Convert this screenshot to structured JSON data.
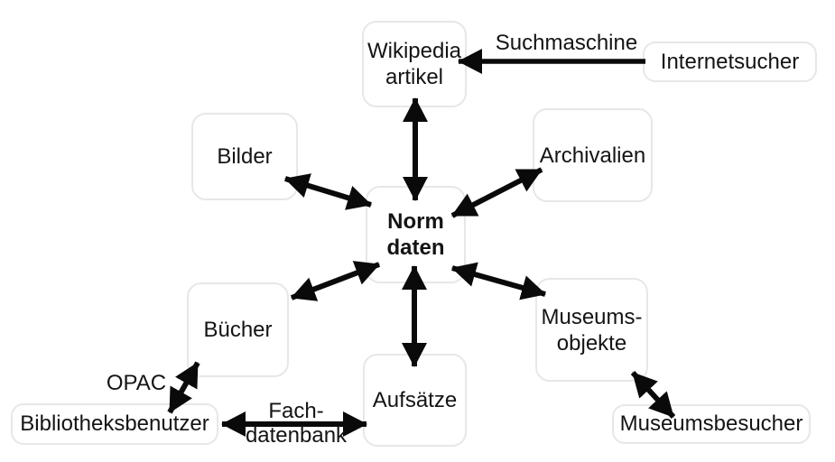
{
  "diagram_title": "Normdaten linking diagram",
  "nodes": [
    {
      "id": "normdaten",
      "lines": [
        "Norm",
        "daten"
      ],
      "emphasis": "bold"
    },
    {
      "id": "wikipedia-artikel",
      "lines": [
        "Wikipedia",
        "artikel"
      ]
    },
    {
      "id": "bilder",
      "lines": [
        "Bilder"
      ]
    },
    {
      "id": "archivalien",
      "lines": [
        "Archivalien"
      ]
    },
    {
      "id": "buecher",
      "lines": [
        "Bücher"
      ]
    },
    {
      "id": "aufsaetze",
      "lines": [
        "Aufsätze"
      ]
    },
    {
      "id": "museumsobjekte",
      "lines": [
        "Museums-",
        "objekte"
      ]
    },
    {
      "id": "internetsucher",
      "lines": [
        "Internetsucher"
      ]
    },
    {
      "id": "bibliotheksbenutzer",
      "lines": [
        "Bibliotheksbenutzer"
      ]
    },
    {
      "id": "museumsbesucher",
      "lines": [
        "Museumsbesucher"
      ]
    }
  ],
  "edge_labels": [
    {
      "id": "suchmaschine",
      "lines": [
        "Suchmaschine"
      ]
    },
    {
      "id": "opac",
      "lines": [
        "OPAC"
      ]
    },
    {
      "id": "fachdatenbank",
      "lines": [
        "Fach-",
        "datenbank"
      ]
    }
  ],
  "edges": [
    {
      "from": "wikipedia-artikel",
      "to": "normdaten",
      "type": "double"
    },
    {
      "from": "bilder",
      "to": "normdaten",
      "type": "double"
    },
    {
      "from": "archivalien",
      "to": "normdaten",
      "type": "double"
    },
    {
      "from": "buecher",
      "to": "normdaten",
      "type": "double"
    },
    {
      "from": "aufsaetze",
      "to": "normdaten",
      "type": "double"
    },
    {
      "from": "museumsobjekte",
      "to": "normdaten",
      "type": "double"
    },
    {
      "from": "buecher",
      "to": "bibliotheksbenutzer",
      "label": "OPAC",
      "type": "double"
    },
    {
      "from": "aufsaetze",
      "to": "bibliotheksbenutzer",
      "label": "Fach-datenbank",
      "type": "double"
    },
    {
      "from": "museumsobjekte",
      "to": "museumsbesucher",
      "type": "double"
    },
    {
      "from": "internetsucher",
      "to": "wikipedia-artikel",
      "label": "Suchmaschine",
      "type": "single"
    }
  ],
  "colors": {
    "background": "#ffffff",
    "box_fill": "#ffffff",
    "box_border": "#e7e7e7",
    "arrow": "#0a0a0a",
    "text": "#141414"
  }
}
